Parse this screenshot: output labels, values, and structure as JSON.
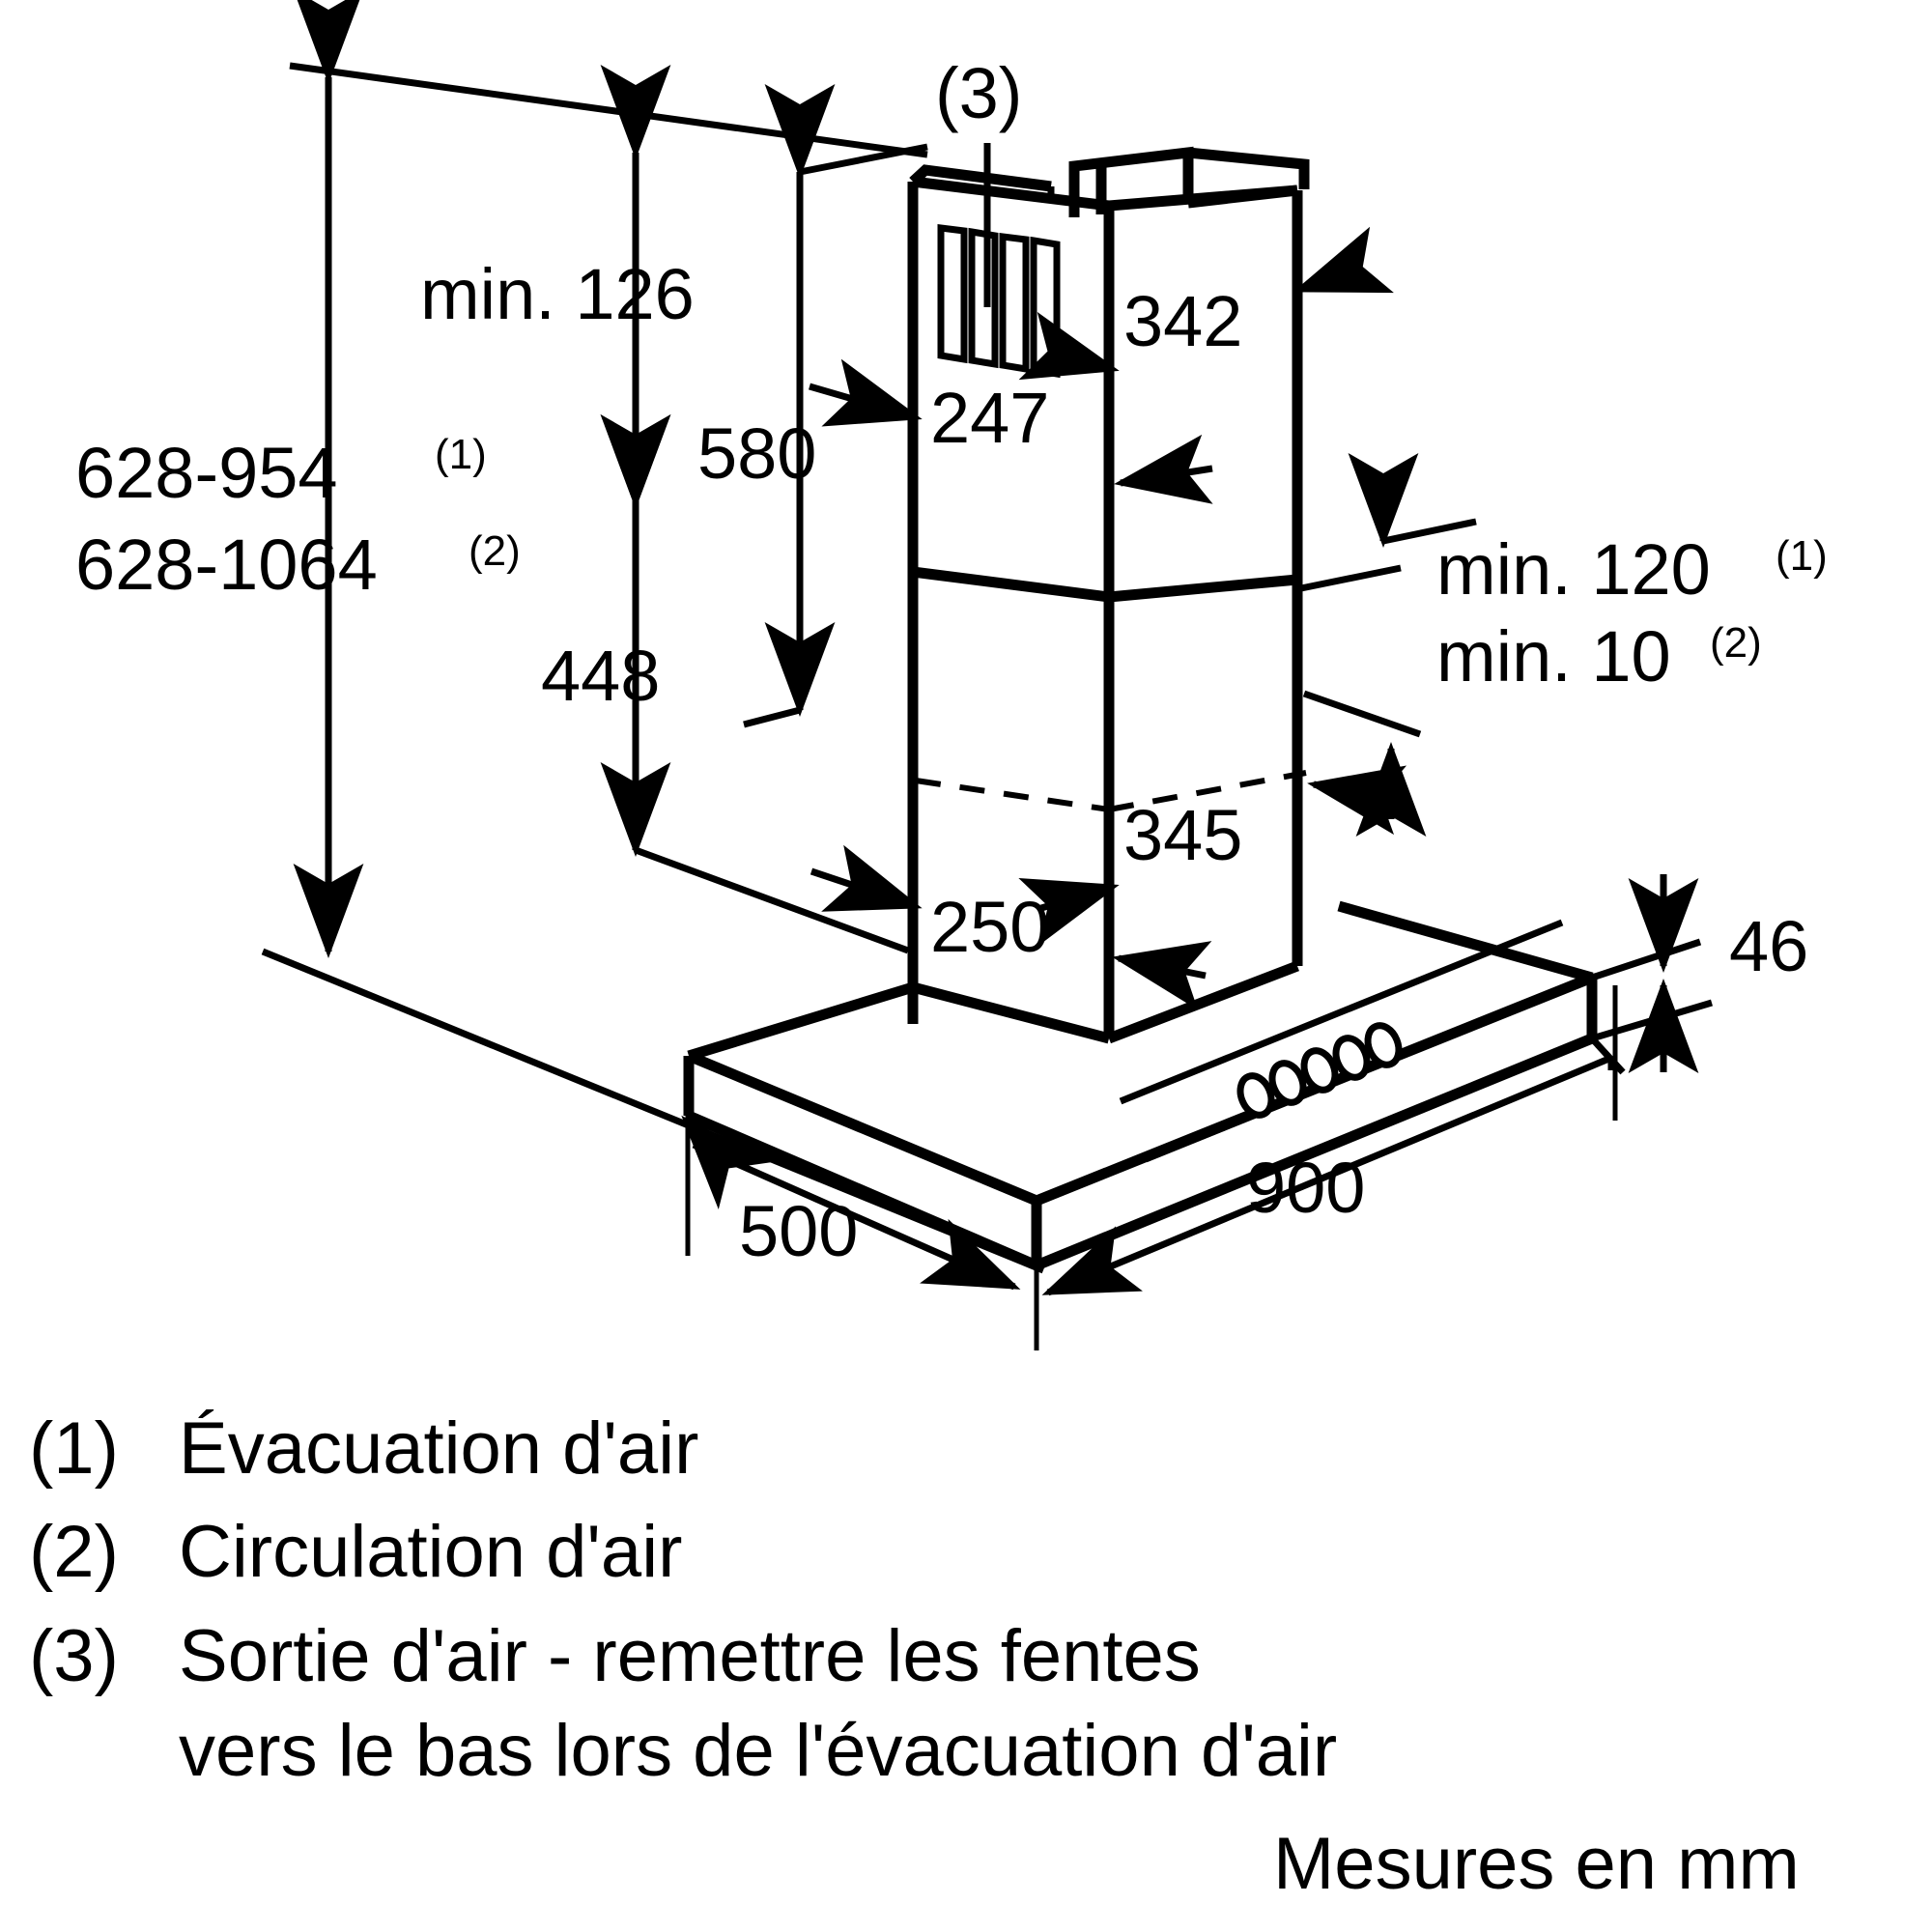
{
  "document": {
    "title": "Schéma dimensionnel hotte cheminée",
    "units_note": "Mesures en mm"
  },
  "dimensions": {
    "overall_height_1": "628-954",
    "overall_height_1_ref": "(1)",
    "overall_height_2": "628-1064",
    "overall_height_2_ref": "(2)",
    "min_126": "min. 126",
    "chimney_580": "580",
    "lower_448": "448",
    "chimney_depth_247": "247",
    "chimney_width_342": "342",
    "canopy_depth_250": "250",
    "canopy_width_345": "345",
    "min_120": "min. 120",
    "min_120_ref": "(1)",
    "min_10": "min. 10",
    "min_10_ref": "(2)",
    "canopy_thickness_46": "46",
    "hood_depth_500": "500",
    "hood_width_900": "900",
    "air_outlet_ref": "(3)"
  },
  "legend": [
    {
      "marker": "(1)",
      "text": "Évacuation d'air"
    },
    {
      "marker": "(2)",
      "text": "Circulation d'air"
    },
    {
      "marker": "(3)",
      "text": "Sortie d'air - remettre les fentes",
      "line2": "vers le bas lors de l'évacuation d'air"
    }
  ],
  "footer": {
    "units": "Mesures en mm"
  },
  "controls": {
    "button_count": 5
  },
  "colors": {
    "stroke": "#000000",
    "background": "#ffffff"
  }
}
